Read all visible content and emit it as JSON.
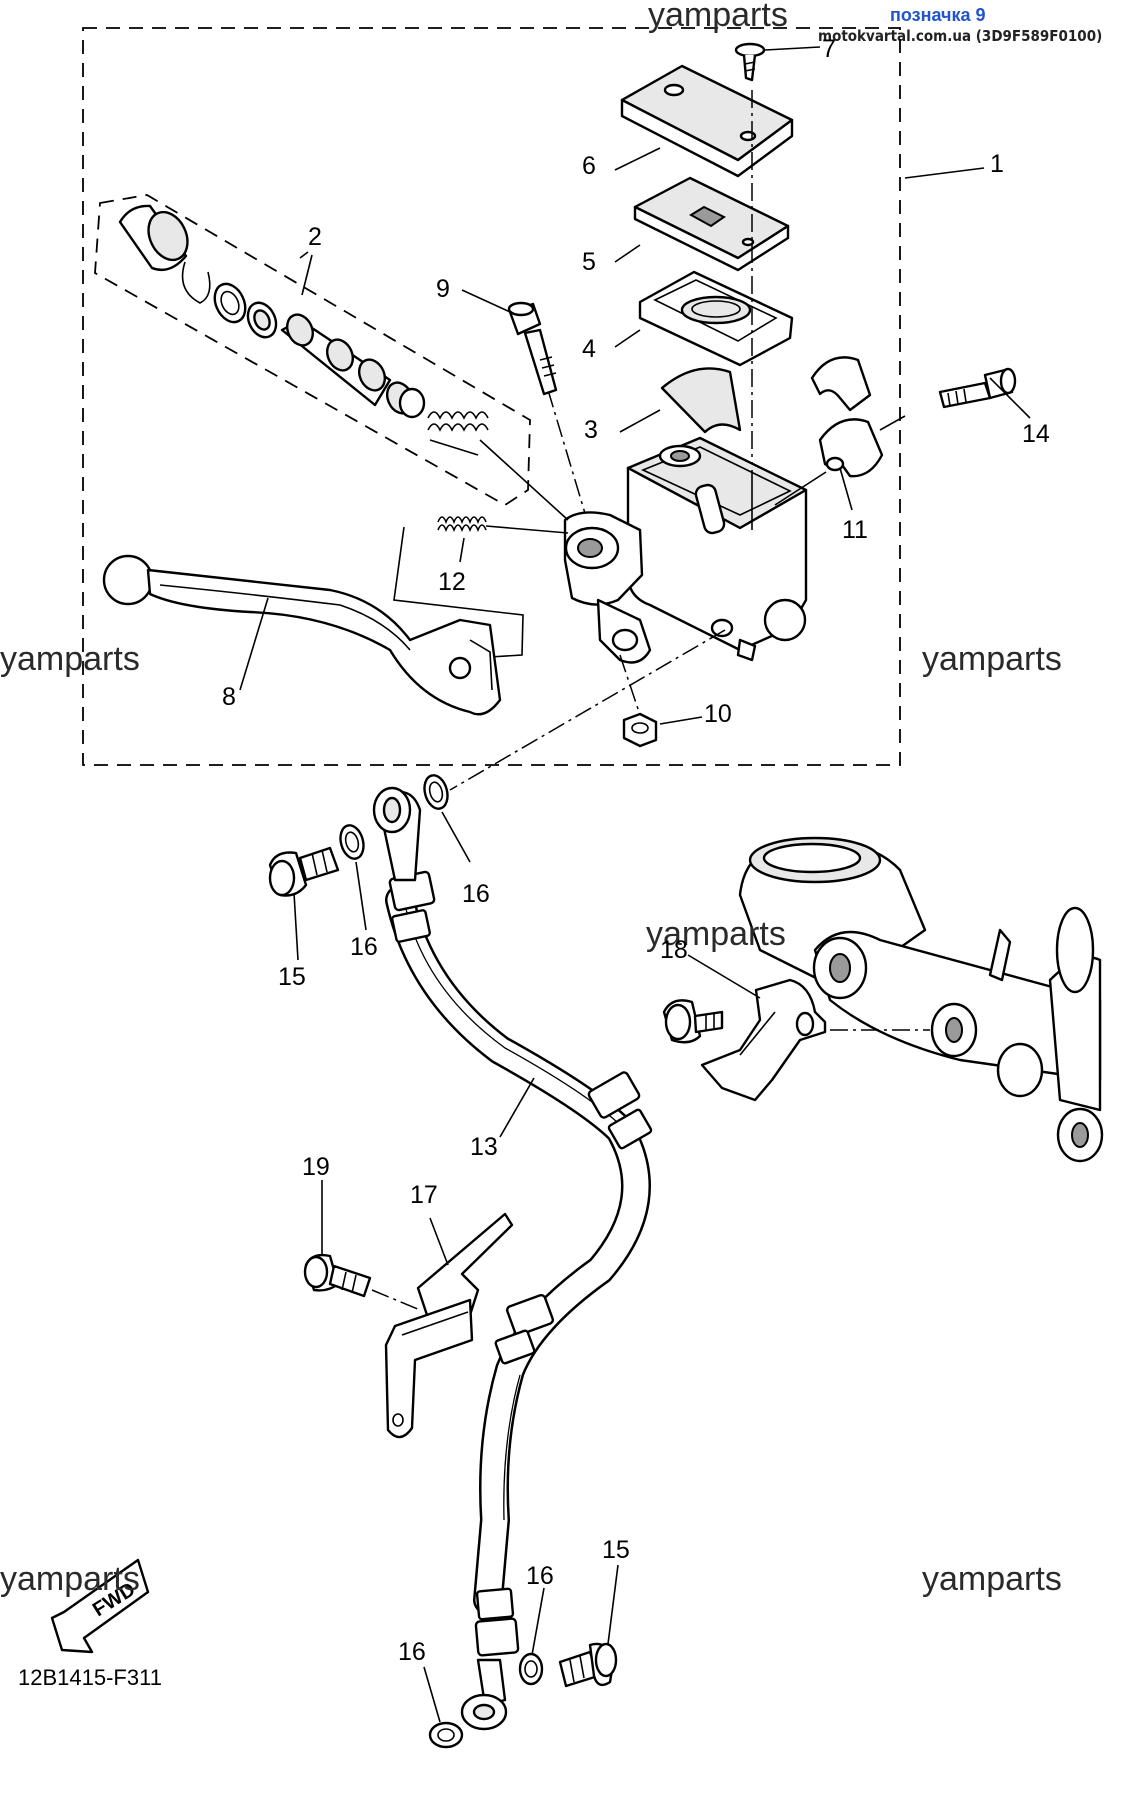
{
  "header": {
    "label": "позначка 9",
    "site": "motokvartal.com.ua (3D9F589F0100)",
    "label_color": "#2255cc"
  },
  "watermarks": [
    "yamparts",
    "yamparts",
    "yamparts",
    "yamparts",
    "yamparts",
    "yamparts"
  ],
  "callouts": [
    "1",
    "2",
    "3",
    "4",
    "5",
    "6",
    "7",
    "8",
    "9",
    "10",
    "11",
    "12",
    "13",
    "14",
    "15",
    "15",
    "16",
    "16",
    "16",
    "16",
    "17",
    "18",
    "19"
  ],
  "fwd_label": "FWD",
  "diagram_code": "12B1415-F311"
}
